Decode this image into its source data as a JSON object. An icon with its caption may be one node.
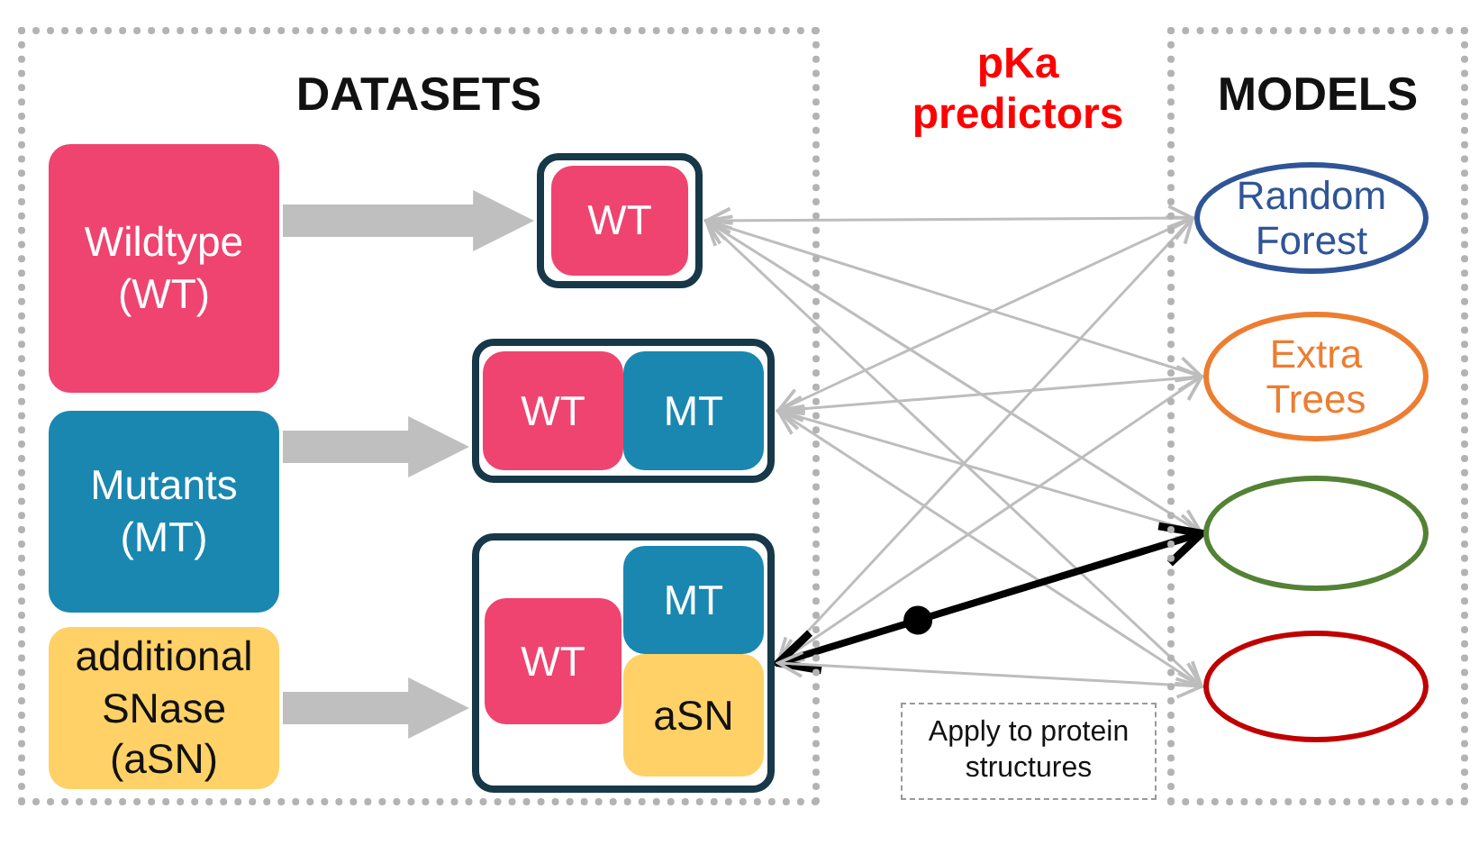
{
  "diagram": {
    "title": "pKa predictors",
    "nodes": [
      {
        "text": [
          "DATASETS"
        ]
      },
      {
        "text": [
          "Wildtype (WT)"
        ],
        "in": 0
      },
      {
        "text": [
          "Mutants (MT)"
        ],
        "in": 0
      },
      {
        "text": [
          "additional SNase (aSN)"
        ],
        "in": 0
      },
      {
        "text": [],
        "shape": "box",
        "in": 0
      },
      {
        "text": [
          "WT"
        ],
        "in": 4
      },
      {
        "text": [],
        "shape": "box",
        "in": 0
      },
      {
        "text": [
          "WT"
        ],
        "in": 6
      },
      {
        "text": [
          "MT"
        ],
        "in": 6
      },
      {
        "text": [],
        "shape": "box",
        "in": 0
      },
      {
        "text": [
          "WT"
        ],
        "in": 9
      },
      {
        "text": [
          "MT"
        ],
        "in": 9
      },
      {
        "text": [
          "aSN"
        ],
        "in": 9
      },
      {
        "text": [
          "MODELS"
        ]
      },
      {
        "text": [
          "Random Forest"
        ],
        "in": 13
      },
      {
        "text": [
          "Extra Trees"
        ],
        "in": 13
      },
      {
        "text": [],
        "shape": "ellipse",
        "in": 13
      },
      {
        "text": [],
        "shape": "ellipse",
        "in": 13
      },
      {
        "text": [
          "Apply to protein structures"
        ]
      }
    ],
    "edges": [
      {
        "from": 1,
        "to": 4,
        "arrow": "to",
        "style": "thick",
        "color": "#bfbfbf"
      },
      {
        "from": 2,
        "to": 6,
        "arrow": "to",
        "style": "thick",
        "color": "#bfbfbf"
      },
      {
        "from": 3,
        "to": 9,
        "arrow": "to",
        "style": "thick",
        "color": "#bfbfbf"
      },
      {
        "from": 4,
        "to": 14,
        "arrow": "both"
      },
      {
        "from": 4,
        "to": 15,
        "arrow": "both"
      },
      {
        "from": 4,
        "to": 16,
        "arrow": "both"
      },
      {
        "from": 4,
        "to": 17,
        "arrow": "both"
      },
      {
        "from": 6,
        "to": 14,
        "arrow": "both"
      },
      {
        "from": 6,
        "to": 15,
        "arrow": "both"
      },
      {
        "from": 6,
        "to": 16,
        "arrow": "both"
      },
      {
        "from": 6,
        "to": 17,
        "arrow": "both"
      },
      {
        "from": 9,
        "to": 14,
        "arrow": "both"
      },
      {
        "from": 9,
        "to": 15,
        "arrow": "both"
      },
      {
        "from": 9,
        "to": 16,
        "arrow": "both",
        "style": "thick",
        "color": "#000000"
      },
      {
        "from": 9,
        "to": 17,
        "arrow": "both"
      }
    ]
  }
}
